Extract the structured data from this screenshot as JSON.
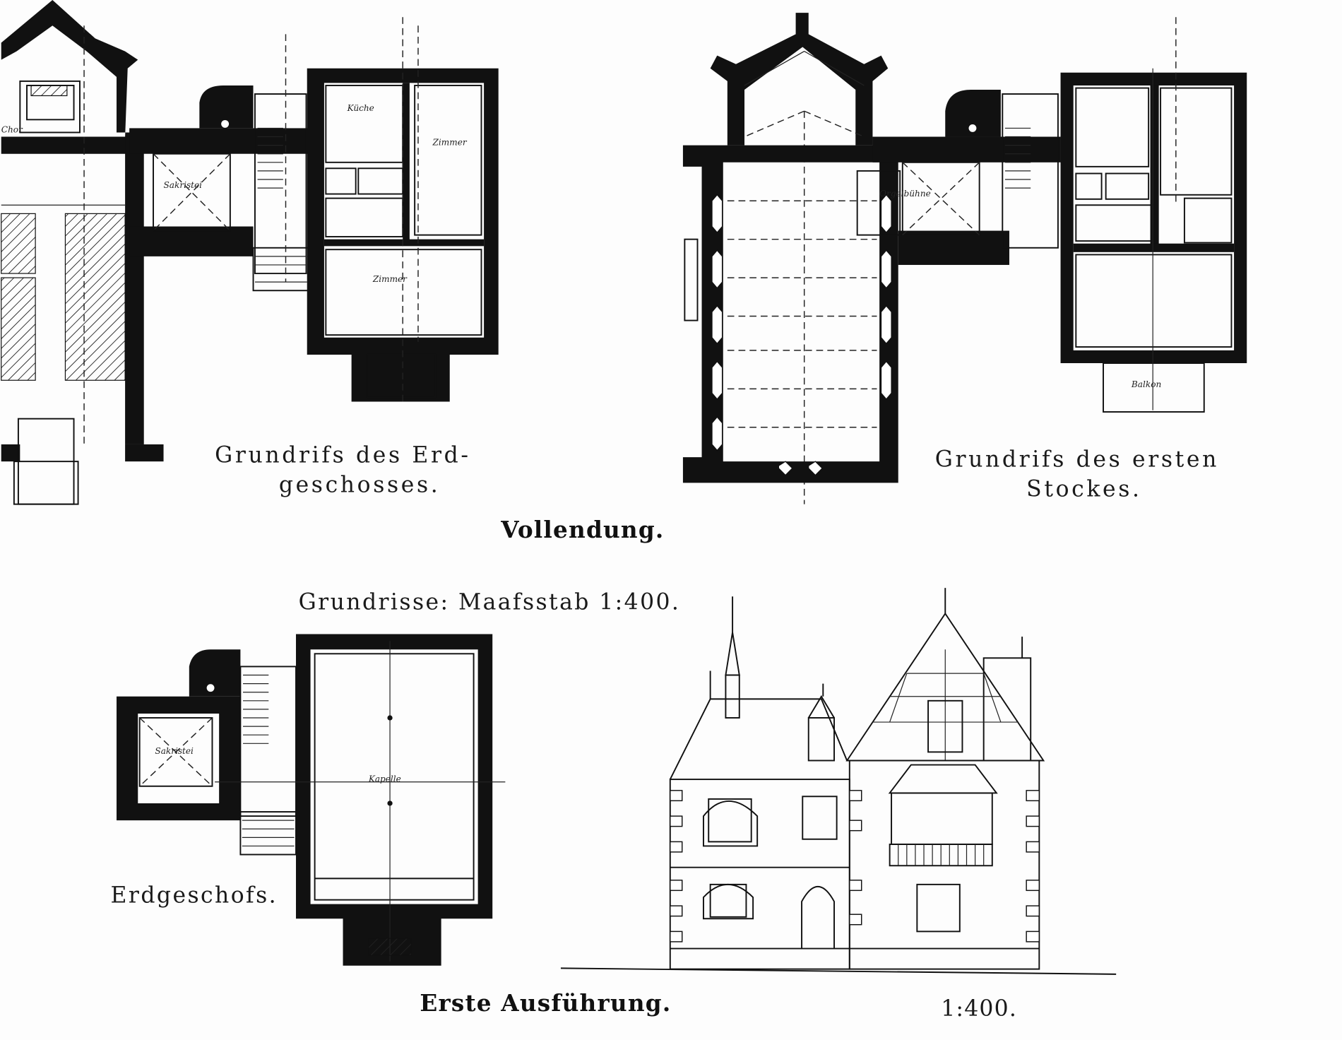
{
  "captions": {
    "ground_floor_line1": "Grundrifs des Erd-",
    "ground_floor_line2": "geschosses.",
    "first_floor_line1": "Grundrifs des ersten",
    "first_floor_line2": "Stockes.",
    "completion_title": "Vollendung.",
    "scale_note": "Grundrisse: Maafsstab 1:400.",
    "first_execution_ground": "Erdgeschofs.",
    "first_execution_title": "Erste Ausführung.",
    "elevation_scale": "1:400."
  },
  "room_labels": {
    "choir": "Chor",
    "sacristy": "Sakristei",
    "kitchen": "Küche",
    "room_a": "Zimmer",
    "room_b": "Zimmer",
    "organ_loft": "Orgelbühne",
    "balcony": "Balkon",
    "sacristy_2": "Sakristei",
    "chapel": "Kapelle"
  }
}
